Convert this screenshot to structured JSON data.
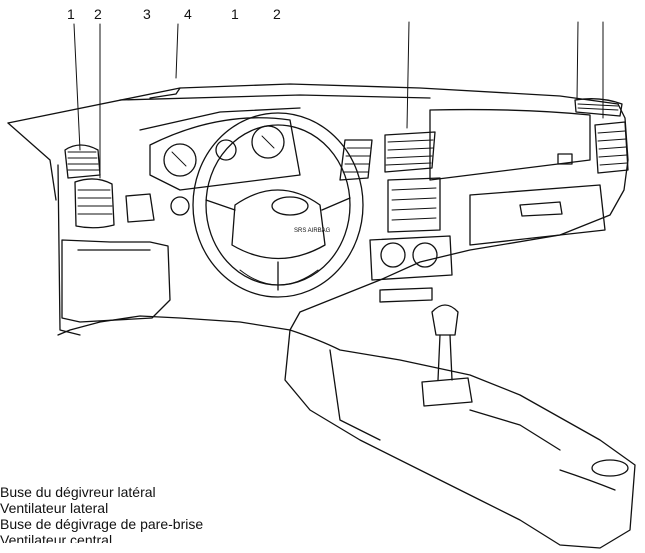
{
  "callouts": [
    "1",
    "2",
    "3",
    "4",
    "1",
    "2"
  ],
  "legend": [
    "Buse du dégivreur latéral",
    "Ventilateur lateral",
    "Buse de dégivrage de pare-brise",
    "Ventilateur central"
  ],
  "airbag_label": "SRS AIRBAG",
  "colors": {
    "ink": "#111111",
    "background": "#ffffff"
  }
}
